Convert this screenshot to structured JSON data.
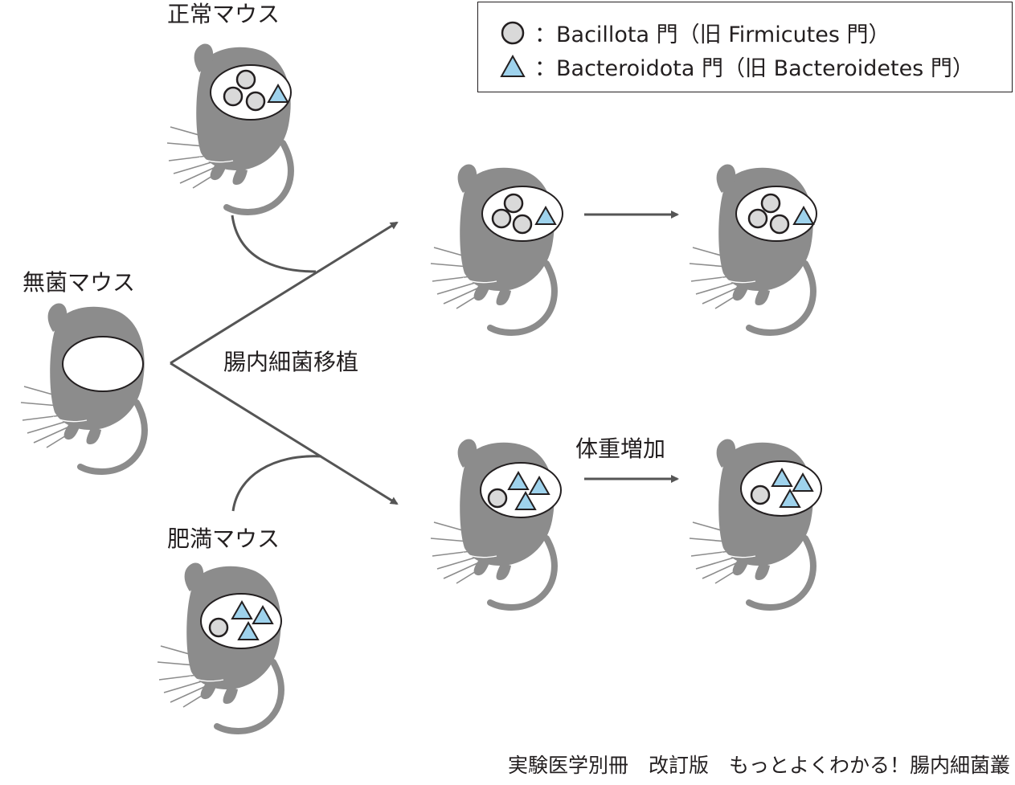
{
  "labels": {
    "normal_mouse": "正常マウス",
    "germfree_mouse": "無菌マウス",
    "obese_mouse": "肥満マウス",
    "transplant": "腸内細菌移植",
    "weight_gain": "体重増加"
  },
  "legend": {
    "circle_label": "：Bacillota 門（旧 Firmicutes 門）",
    "triangle_label": "：Bacteroidota 門（旧 Bacteroidetes 門）"
  },
  "credit": "実験医学別冊　改訂版　もっとよくわかる！腸内細菌叢",
  "colors": {
    "mouse": "#8c8c8c",
    "circle_fill": "#d9d9d9",
    "triangle_fill": "#9ed2ec",
    "arrow": "#555555",
    "stroke": "#231f20"
  },
  "mice": [
    {
      "id": "normal",
      "bacillota": 3,
      "bacteroidota": 1
    },
    {
      "id": "germfree",
      "bacillota": 0,
      "bacteroidota": 0
    },
    {
      "id": "obese",
      "bacillota": 1,
      "bacteroidota": 3
    },
    {
      "id": "recipient-normal",
      "bacillota": 3,
      "bacteroidota": 1
    },
    {
      "id": "recipient-normal-later",
      "bacillota": 3,
      "bacteroidota": 1
    },
    {
      "id": "recipient-obese",
      "bacillota": 1,
      "bacteroidota": 3
    },
    {
      "id": "recipient-obese-later",
      "bacillota": 1,
      "bacteroidota": 3
    }
  ]
}
